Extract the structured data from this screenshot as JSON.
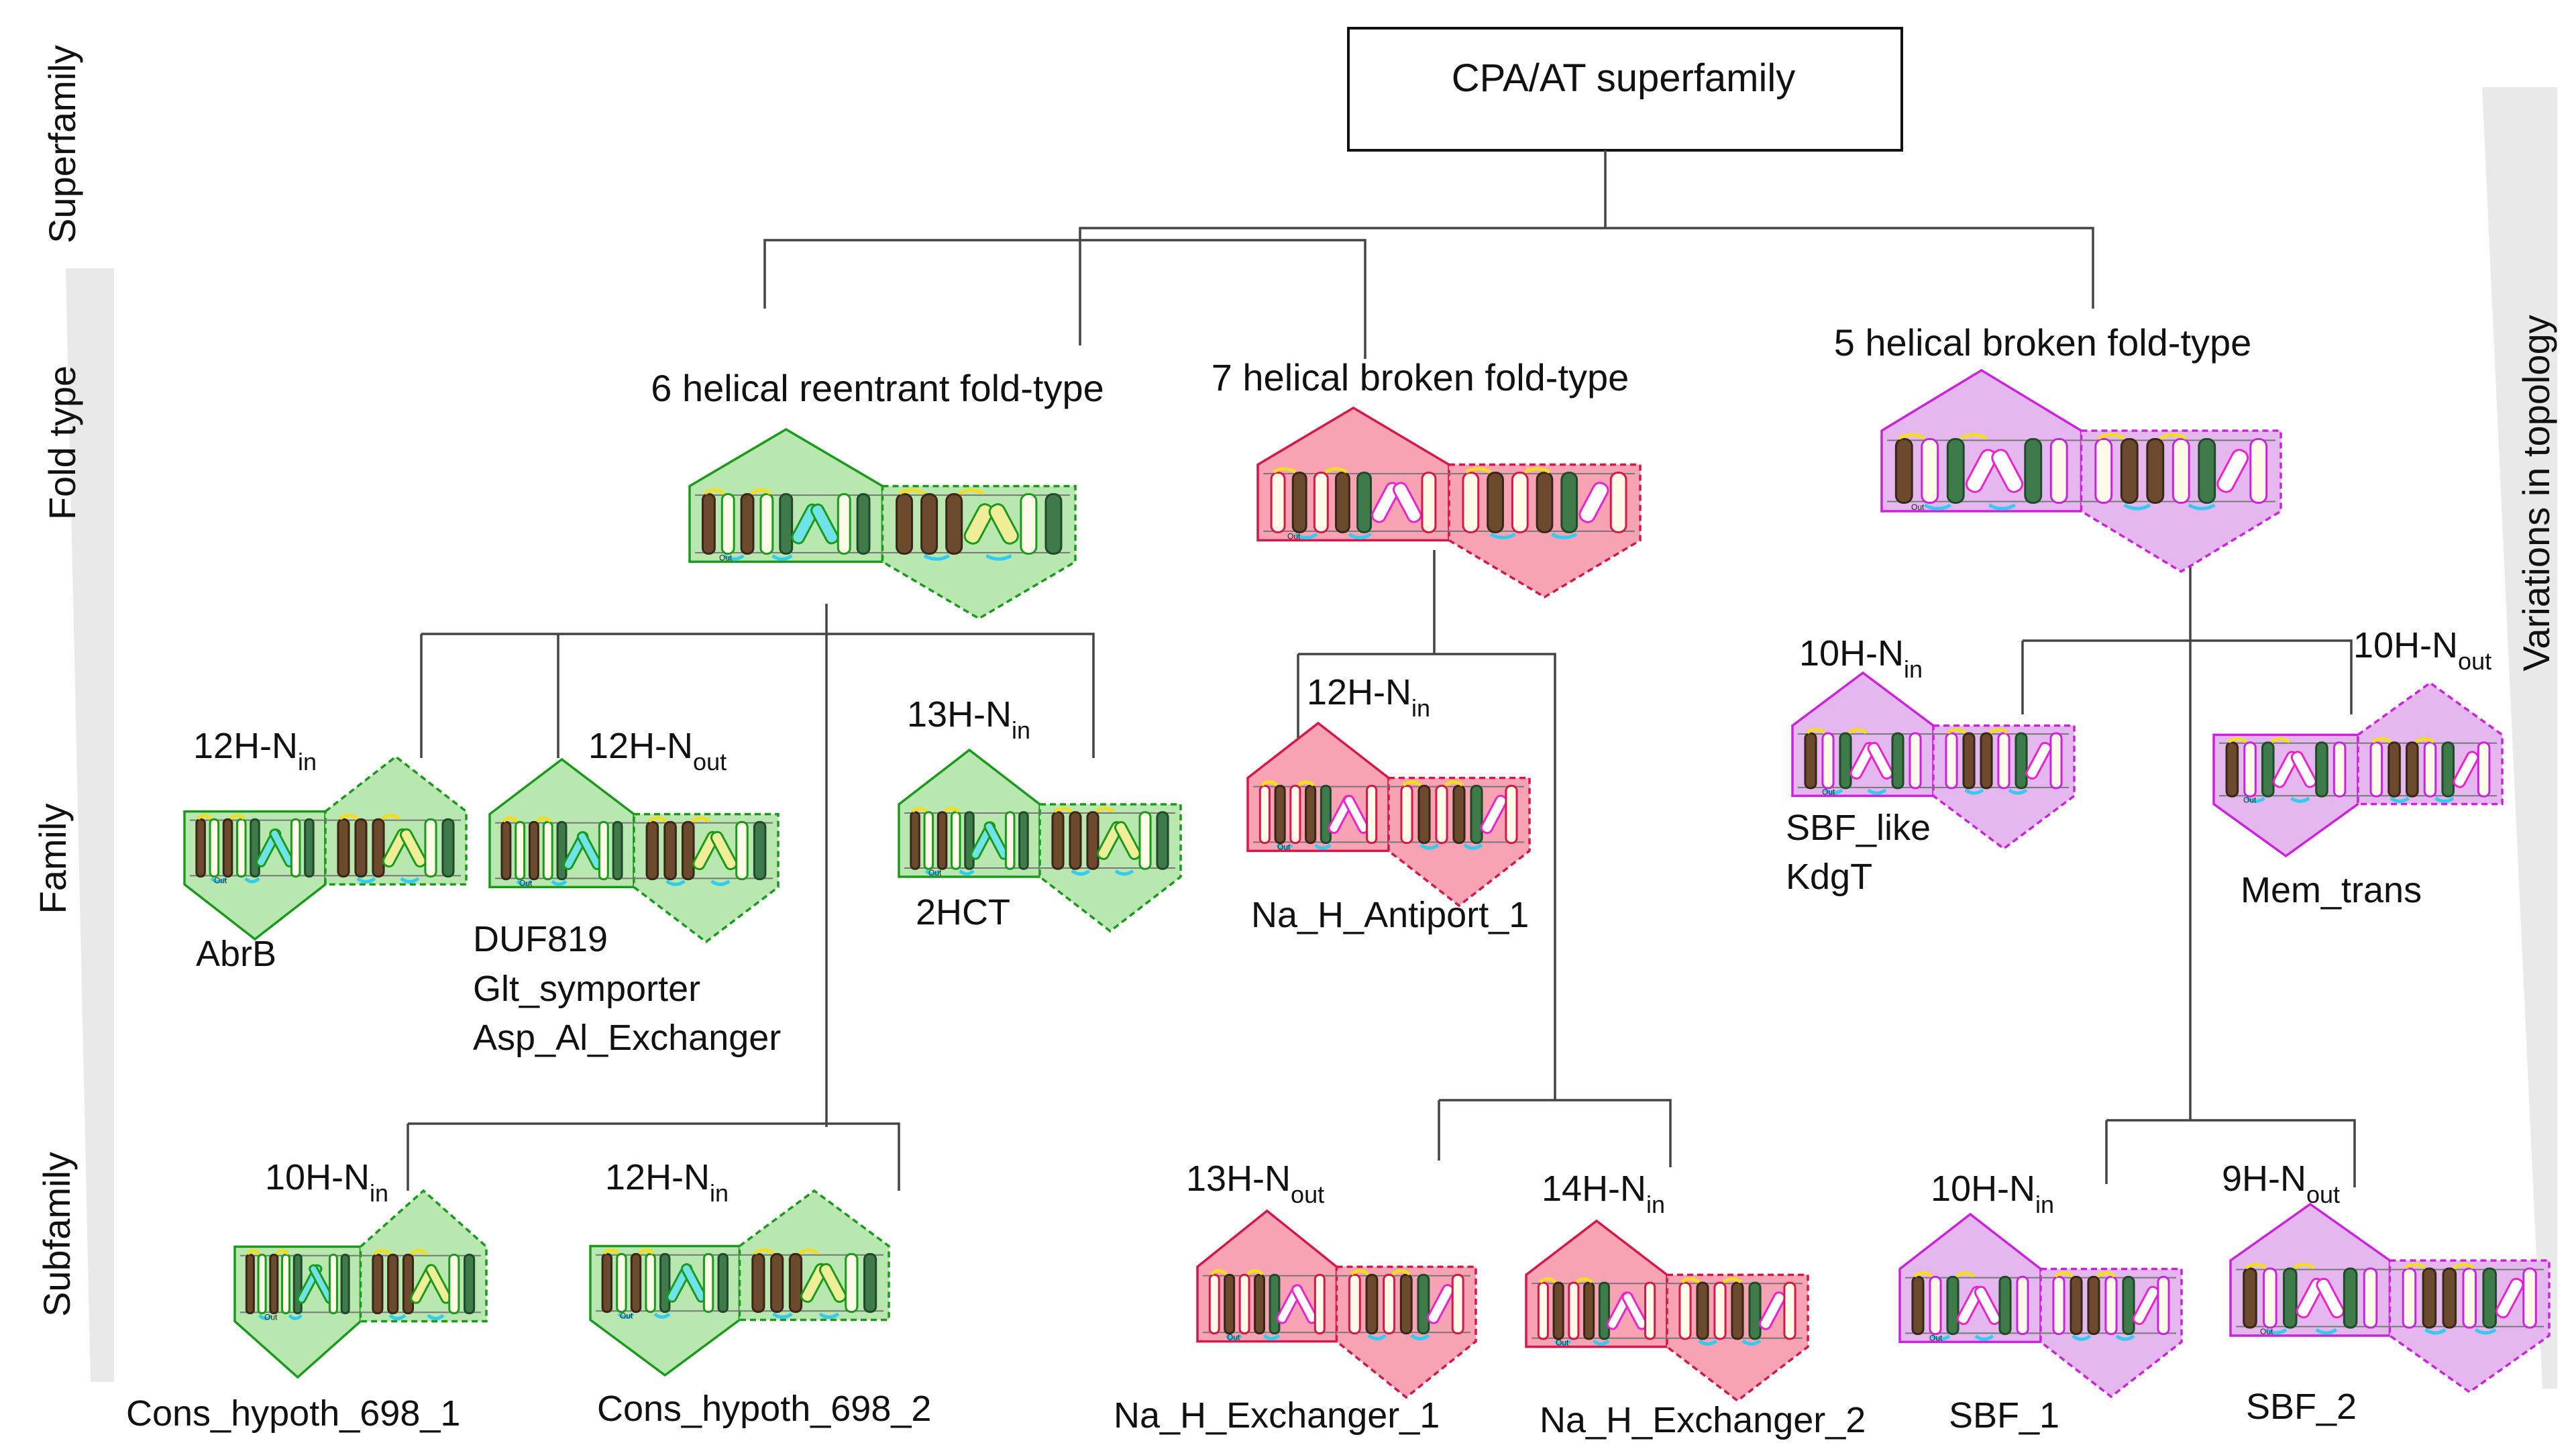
{
  "colors": {
    "green": {
      "fill": "#b8e8b0",
      "stroke": "#1a9a1a",
      "dash": "#1a9a1a"
    },
    "red": {
      "fill": "#f8a3b4",
      "stroke": "#d5174a",
      "dash": "#d5174a"
    },
    "violet": {
      "fill": "#e4b8ee",
      "stroke": "#cc22dd",
      "dash": "#cc22dd"
    },
    "helix_brown": "#6b4a2e",
    "helix_cream": "#fffbe8",
    "helix_yellow": "#f1ee9a",
    "helix_cyan": "#6fe3e8",
    "helix_darkgreen": "#3f7a4a",
    "helix_magenta": "#ee22cc",
    "loop_yellow": "#f2dd20",
    "loop_cyan": "#33ccee"
  },
  "levels": {
    "superfamily": "Superfamily",
    "fold_type": "Fold type",
    "family": "Family",
    "subfamily": "Subfamily"
  },
  "right_axis": "Variations in topology",
  "root": {
    "title": "CPA/AT superfamily"
  },
  "fold_types": [
    {
      "name": "6 helical reentrant fold-type"
    },
    {
      "name": "7 helical broken fold-type"
    },
    {
      "name": "5 helical broken fold-type"
    }
  ],
  "topology_labels": {
    "abrb": {
      "main": "12H-N",
      "sub": "in"
    },
    "duf": {
      "main": "12H-N",
      "sub": "out"
    },
    "hct": {
      "main": "13H-N",
      "sub": "in"
    },
    "nah": {
      "main": "12H-N",
      "sub": "in"
    },
    "sbf_like": {
      "main": "10H-N",
      "sub": "in"
    },
    "mem": {
      "main": "10H-N",
      "sub": "out"
    },
    "cons1": {
      "main": "10H-N",
      "sub": "in"
    },
    "cons2": {
      "main": "12H-N",
      "sub": "in"
    },
    "nahex1": {
      "main": "13H-N",
      "sub": "out"
    },
    "nahex2": {
      "main": "14H-N",
      "sub": "in"
    },
    "sbf1": {
      "main": "10H-N",
      "sub": "in"
    },
    "sbf2": {
      "main": "9H-N",
      "sub": "out"
    }
  },
  "families": {
    "abrb": [
      "AbrB"
    ],
    "duf": [
      "DUF819",
      "Glt_symporter",
      "Asp_Al_Exchanger"
    ],
    "hct": [
      "2HCT"
    ],
    "nah": [
      "Na_H_Antiport_1"
    ],
    "sbf_like": [
      "SBF_like",
      "KdgT"
    ],
    "mem": [
      "Mem_trans"
    ]
  },
  "subfamilies": {
    "cons1": "Cons_hypoth_698_1",
    "cons2": "Cons_hypoth_698_2",
    "nahex1": "Na_H_Exchanger_1",
    "nahex2": "Na_H_Exchanger_2",
    "sbf1": "SBF_1",
    "sbf2": "SBF_2"
  },
  "membrane_side_label": "Out"
}
